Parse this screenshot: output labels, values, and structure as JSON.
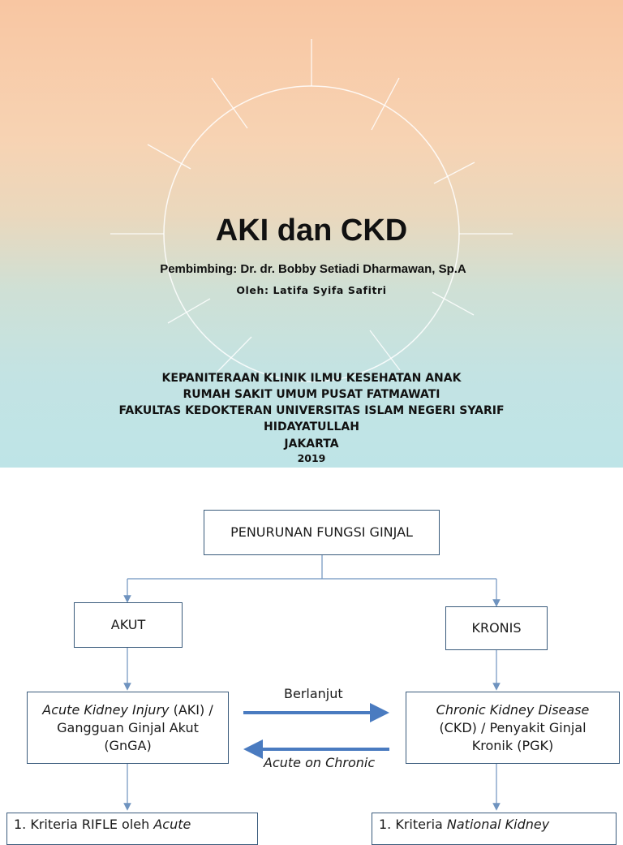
{
  "slide1": {
    "title": "AKI dan CKD",
    "supervisor": "Pembimbing: Dr. dr. Bobby Setiadi Dharmawan, Sp.A",
    "author": "Oleh: Latifa Syifa Safitri",
    "institution_lines": [
      "KEPANITERAAN KLINIK ILMU KESEHATAN ANAK",
      "RUMAH SAKIT UMUM PUSAT FATMAWATI",
      "FAKULTAS KEDOKTERAN UNIVERSITAS ISLAM NEGERI SYARIF",
      "HIDAYATULLAH",
      "JAKARTA"
    ],
    "year": "2019"
  },
  "slide2": {
    "root": "PENURUNAN FUNGSI GINJAL",
    "acute": "AKUT",
    "chronic": "KRONIS",
    "aki_italic": "Acute Kidney Injury",
    "aki_rest1": " (AKI) /",
    "aki_line2": "Gangguan Ginjal Akut",
    "aki_line3": "(GnGA)",
    "ckd_italic": "Chronic Kidney Disease",
    "ckd_line2": "(CKD) / Penyakit Ginjal",
    "ckd_line3": "Kronik (PGK)",
    "arrow_forward": "Berlanjut",
    "arrow_back": "Acute on Chronic",
    "left_list_prefix": "1.  Kriteria RIFLE oleh ",
    "left_list_italic": "Acute",
    "right_list_prefix": "1.  Kriteria ",
    "right_list_italic": "National Kidney"
  },
  "colors": {
    "box_border": "#3a5b7c",
    "connector": "#6f93bf",
    "arrow": "#4a7bc0"
  }
}
